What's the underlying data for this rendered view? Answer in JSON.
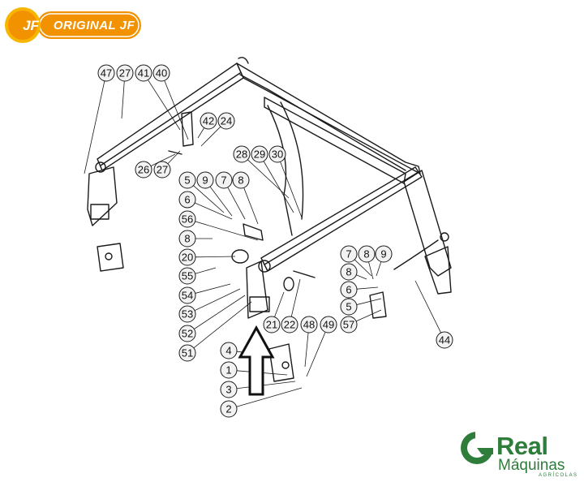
{
  "badge": {
    "mark": "JF",
    "text": "ORIGINAL JF",
    "colors": {
      "orange": "#f39200",
      "gold": "#f7b500",
      "white": "#ffffff"
    }
  },
  "diagram": {
    "labels": [
      "47",
      "27",
      "41",
      "40",
      "42",
      "24",
      "26",
      "27",
      "28",
      "29",
      "30",
      "5",
      "9",
      "7",
      "8",
      "6",
      "56",
      "8",
      "20",
      "55",
      "54",
      "53",
      "52",
      "51",
      "21",
      "22",
      "48",
      "49",
      "4",
      "1",
      "3",
      "2",
      "7",
      "8",
      "9",
      "8",
      "6",
      "5",
      "57",
      "44"
    ],
    "line_color": "#1a1a1a",
    "balloon_fill": "#f2f2f2"
  },
  "brand": {
    "name": "Real",
    "subtitle": "Máquinas",
    "tagline": "AGRÍCOLAS",
    "color": "#2e7d3a"
  }
}
